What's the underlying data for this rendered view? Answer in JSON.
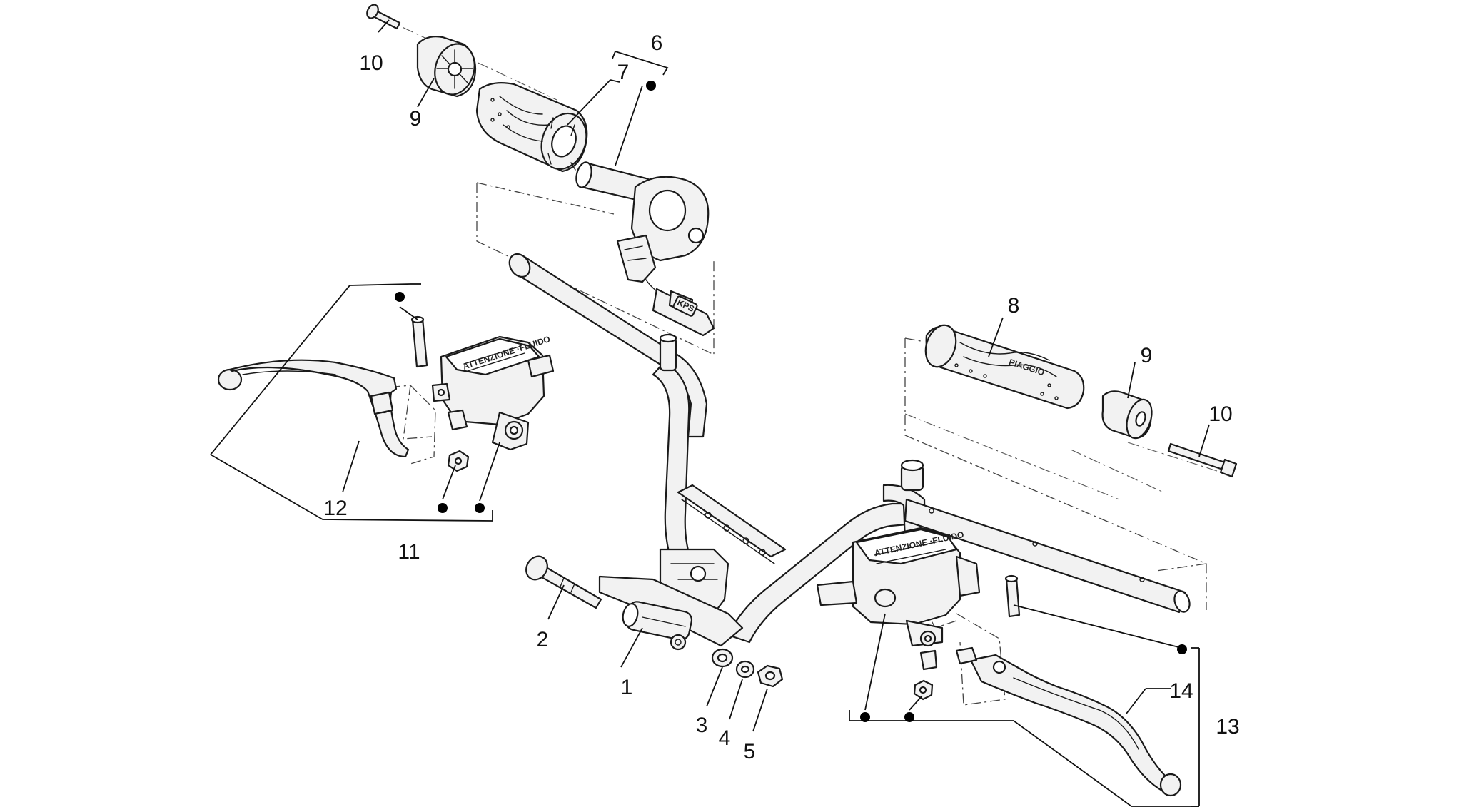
{
  "callouts": {
    "c1": "1",
    "c2": "2",
    "c3": "3",
    "c4": "4",
    "c5": "5",
    "c6": "6",
    "c7": "7",
    "c8": "8",
    "c9_left": "9",
    "c9_right": "9",
    "c10_left": "10",
    "c10_right": "10",
    "c11": "11",
    "c12": "12",
    "c13": "13",
    "c14": "14"
  },
  "grip_logo": "PIAGGIO",
  "reservoir_text": {
    "left": "ATTENZIONE ·FLUIDO",
    "right": "ATTENZIONE ·FLUIDO"
  },
  "colors": {
    "line": "#1a1a1a",
    "fill": "#f2f2f2",
    "background": "#ffffff"
  }
}
